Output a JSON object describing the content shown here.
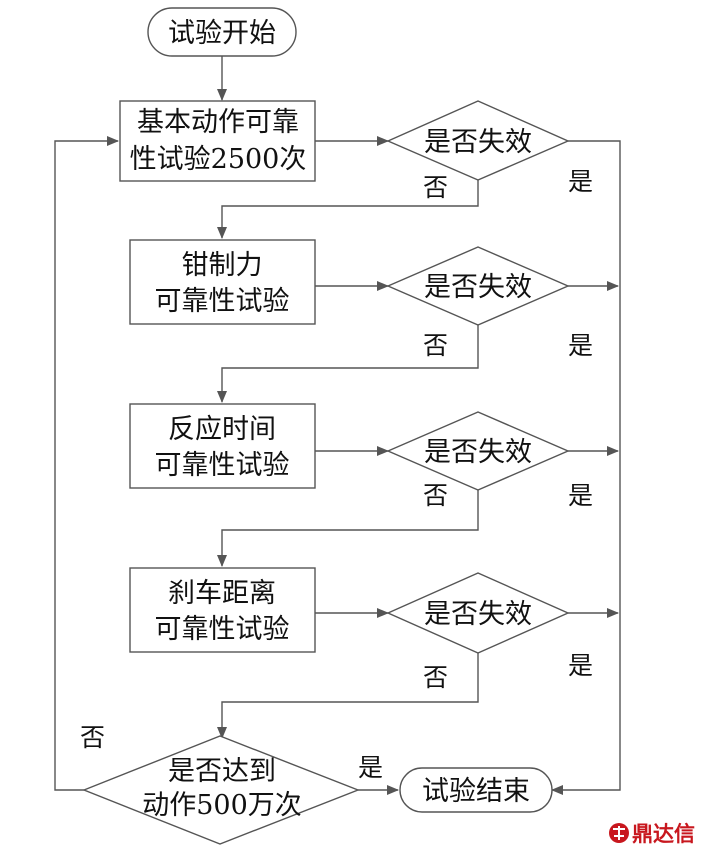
{
  "nodes": {
    "start": "试验开始",
    "step1": [
      "基本动作可靠",
      "性试验2500次"
    ],
    "step2": [
      "钳制力",
      "可靠性试验"
    ],
    "step3": [
      "反应时间",
      "可靠性试验"
    ],
    "step4": [
      "刹车距离",
      "可靠性试验"
    ],
    "decision": "是否失效",
    "loop_check": [
      "是否达到",
      "动作500万次"
    ],
    "end": "试验结束"
  },
  "labels": {
    "yes": "是",
    "no": "否"
  },
  "logo": {
    "text": "鼎达信",
    "color": "#c8171e",
    "icon": "dingdaxin-logo-icon"
  }
}
